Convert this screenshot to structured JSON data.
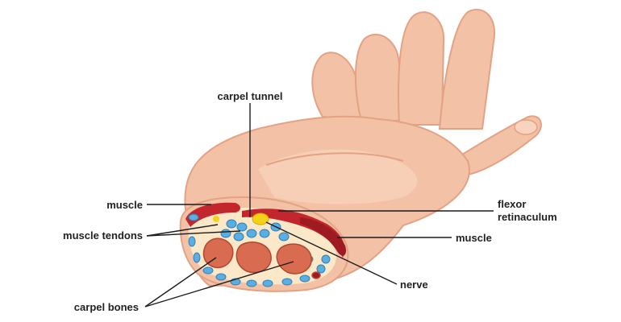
{
  "labels": {
    "carpel_tunnel": "carpel tunnel",
    "muscle_left": "muscle",
    "muscle_tendons": "muscle tendons",
    "carpel_bones": "carpel bones",
    "flexor_line1": "flexor",
    "flexor_line2": "retinaculum",
    "muscle_right": "muscle",
    "nerve": "nerve"
  },
  "colors": {
    "skin": "#f3c1a5",
    "skin_shadow": "#e3a284",
    "skin_light": "#f8d3bd",
    "muscle": "#c4262e",
    "tendon": "#5aaee0",
    "nerve": "#f5d21a",
    "bone": "#d96b50",
    "background": "#ffffff"
  }
}
